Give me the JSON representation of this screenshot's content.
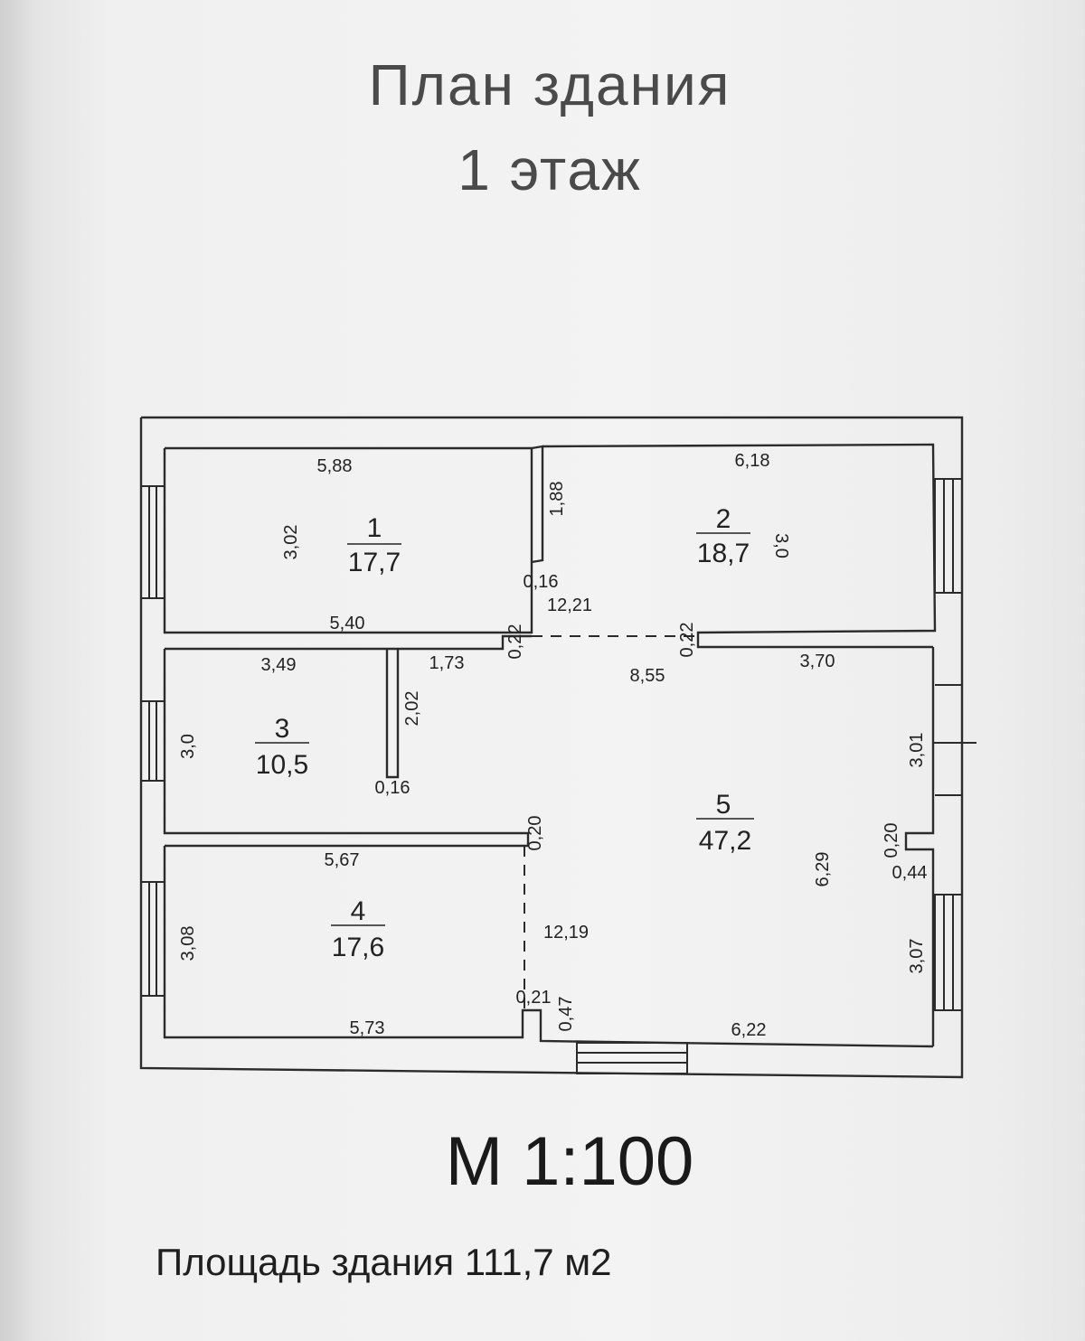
{
  "title": {
    "line1": "План здания",
    "line2": "1 этаж"
  },
  "scale": "М 1:100",
  "building_area": "Площадь здания 111,7 м2",
  "rooms": [
    {
      "number": "1",
      "area": "17,7"
    },
    {
      "number": "2",
      "area": "18,7"
    },
    {
      "number": "3",
      "area": "10,5"
    },
    {
      "number": "4",
      "area": "17,6"
    },
    {
      "number": "5",
      "area": "47,2"
    }
  ],
  "dimensions": {
    "room1_width": "5,88",
    "room1_height": "3,02",
    "room1_bottom": "5,40",
    "partition_1_2_length": "1,88",
    "partition_1_2_thickness": "0,16",
    "room2_width": "6,18",
    "room2_height": "3,0",
    "hall_length_top": "12,21",
    "opening_left": "0,22",
    "opening_right": "0,22",
    "room3_width": "3,49",
    "room3_height": "3,0",
    "hall_segment": "1,73",
    "partition_3_length": "2,02",
    "partition_3_thickness": "0,16",
    "hall_opening_width": "8,55",
    "room5_top_right": "3,70",
    "room5_right_upper": "3,01",
    "wall_step_thickness": "0,20",
    "wall_step_depth": "0,44",
    "room5_height": "6,29",
    "room5_right_lower": "3,07",
    "room4_top": "5,67",
    "room4_height": "3,08",
    "room4_bottom": "5,73",
    "partition_4_5_thickness": "0,20",
    "hall_length_lower": "12,19",
    "door_jamb_thickness": "0,21",
    "door_jamb_depth": "0,47",
    "room5_bottom": "6,22"
  }
}
